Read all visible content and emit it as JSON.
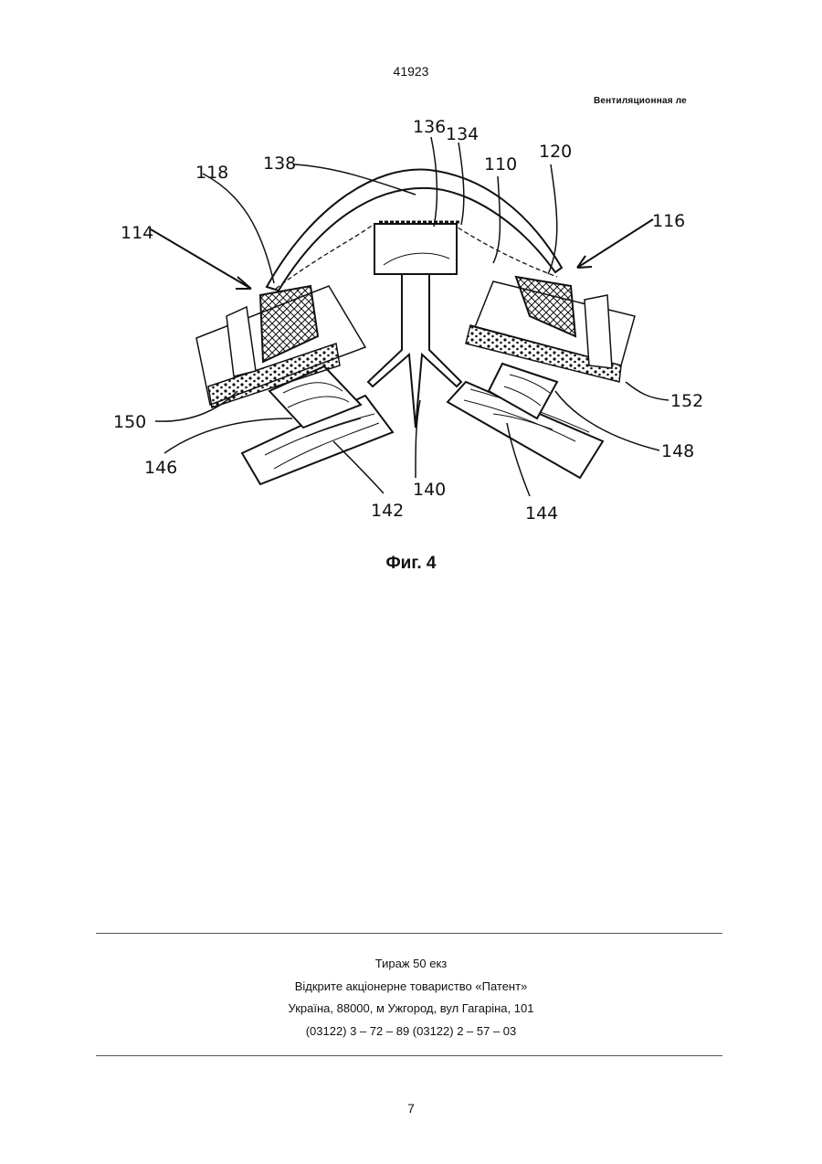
{
  "header": {
    "page_number": "41923",
    "title_fragment": "Вентиляционная ле"
  },
  "figure": {
    "caption": "Фиг. 4",
    "reference_labels": {
      "r114": "114",
      "r116": "116",
      "r118": "118",
      "r138": "138",
      "r136": "136",
      "r134": "134",
      "r110": "110",
      "r120": "120",
      "r150": "150",
      "r146": "146",
      "r152": "152",
      "r148": "148",
      "r140": "140",
      "r142": "142",
      "r144": "144"
    }
  },
  "imprint": {
    "circulation": "Тираж 50 екз",
    "publisher": "Відкрите акціонерне товариство «Патент»",
    "address": "Україна, 88000, м  Ужгород, вул  Гагаріна, 101",
    "phones": "(03122) 3 – 72 – 89   (03122) 2 – 57 – 03"
  },
  "footer": {
    "page_number": "7"
  }
}
